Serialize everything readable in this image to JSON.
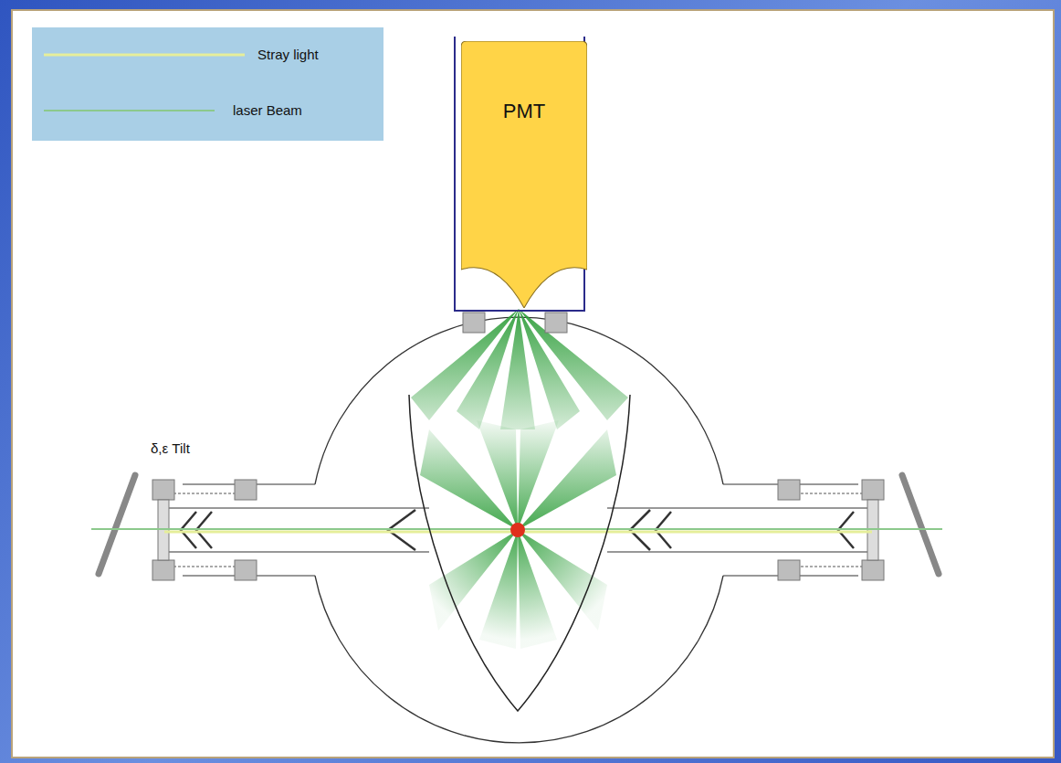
{
  "diagram": {
    "nodes": [
      {
        "text": [
          "PMT"
        ]
      }
    ],
    "labels": [
      "δ,ε Tilt"
    ],
    "legend": [
      {
        "text": "Stray light"
      },
      {
        "text": "laser Beam"
      }
    ]
  }
}
